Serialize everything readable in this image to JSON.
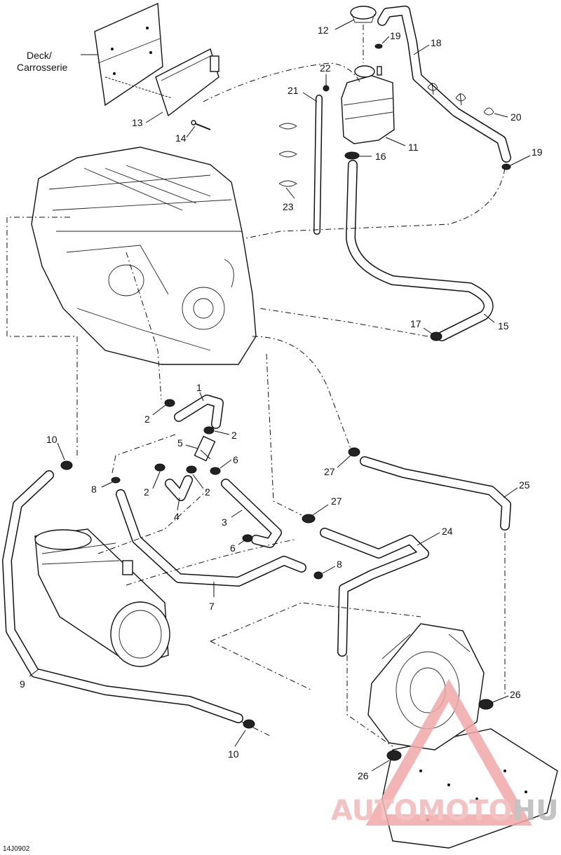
{
  "diagram": {
    "drawing_code": "14J0902",
    "deck_label_line1": "Deck/",
    "deck_label_line2": "Carrosserie",
    "callouts": [
      "12",
      "19",
      "18",
      "22",
      "21",
      "11",
      "16",
      "13",
      "14",
      "20",
      "19",
      "23",
      "15",
      "17",
      "1",
      "2",
      "2",
      "5",
      "6",
      "10",
      "8",
      "2",
      "2",
      "4",
      "3",
      "27",
      "25",
      "6",
      "27",
      "24",
      "8",
      "7",
      "9",
      "26",
      "10",
      "26"
    ]
  },
  "watermark": {
    "part1": "AUTO",
    "part2": "MOTO",
    "part3": "HUB",
    "color_primary": "#f2b8b8",
    "color_secondary": "#b9b9b9"
  }
}
